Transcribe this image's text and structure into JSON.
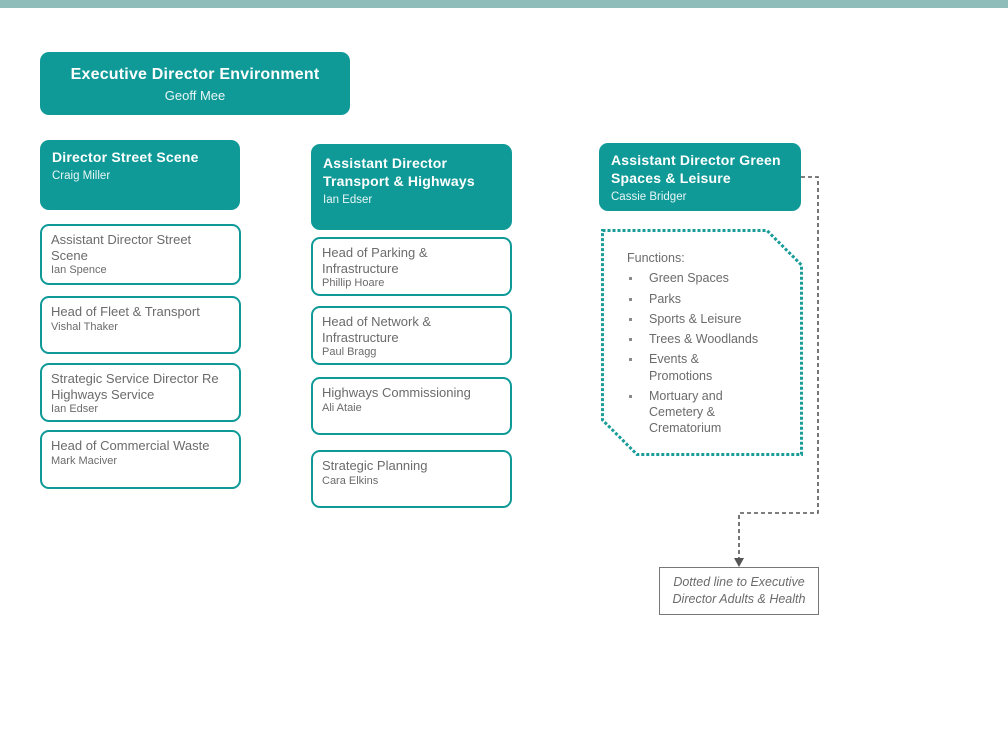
{
  "page": {
    "accent_bar_color": "#8fbdba",
    "node_fill_color": "#0f9a98",
    "node_border_color": "#0f9a98",
    "connector_color": "#777777",
    "background_color": "#ffffff"
  },
  "root": {
    "role": "Executive Director Environment",
    "person": "Geoff Mee"
  },
  "columns": [
    {
      "id": "street-scene",
      "head": {
        "role": "Director Street Scene",
        "person": "Craig Miller"
      },
      "reports": [
        {
          "role": "Assistant Director Street Scene",
          "person": "Ian Spence"
        },
        {
          "role": "Head of Fleet & Transport",
          "person": "Vishal Thaker"
        },
        {
          "role": "Strategic Service Director Re Highways Service",
          "person": "Ian Edser"
        },
        {
          "role": "Head of Commercial Waste",
          "person": "Mark Maciver"
        }
      ]
    },
    {
      "id": "transport-highways",
      "head": {
        "role": "Assistant Director Transport & Highways",
        "person": "Ian Edser"
      },
      "reports": [
        {
          "role": "Head of Parking & Infrastructure",
          "person": "Phillip Hoare"
        },
        {
          "role": "Head of Network & Infrastructure",
          "person": "Paul Bragg"
        },
        {
          "role": "Highways Commissioning",
          "person": "Ali Ataie"
        },
        {
          "role": "Strategic Planning",
          "person": "Cara Elkins"
        }
      ]
    },
    {
      "id": "green-spaces-leisure",
      "head": {
        "role": "Assistant Director Green Spaces & Leisure",
        "person": "Cassie Bridger"
      },
      "reports": []
    }
  ],
  "functions_panel": {
    "title": "Functions:",
    "items": [
      "Green Spaces",
      "Parks",
      "Sports & Leisure",
      "Trees & Woodlands",
      "Events & Promotions",
      "Mortuary and Cemetery & Crematorium"
    ]
  },
  "callout": {
    "text": "Dotted line to Executive Director Adults & Health"
  }
}
